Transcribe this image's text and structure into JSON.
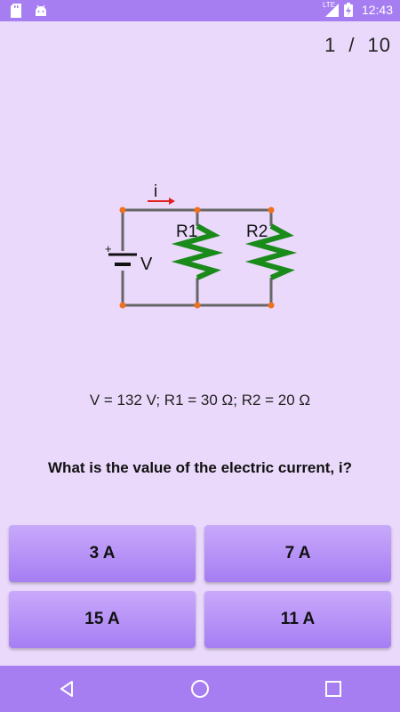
{
  "status_bar": {
    "network_label": "LTE",
    "time": "12:43"
  },
  "quiz": {
    "current": "1",
    "separator": "/",
    "total": "10"
  },
  "circuit": {
    "current_label": "i",
    "plus_label": "+",
    "voltage_label": "V",
    "r1_label": "R1",
    "r2_label": "R2"
  },
  "params": "V = 132 V; R1 = 30 Ω; R2 = 20 Ω",
  "question": "What is the value of the electric current, i?",
  "answers": [
    "3 A",
    "7 A",
    "15 A",
    "11 A"
  ],
  "colors": {
    "background": "#ead9fb",
    "bar": "#a67ef2",
    "resistor": "#1a8a1a",
    "wire": "#666666",
    "node": "#f07020",
    "arrow": "#e02020"
  },
  "icons": {
    "sd_card": "sd-card-icon",
    "android": "android-icon",
    "signal": "signal-icon",
    "battery": "battery-charging-icon",
    "back": "back-icon",
    "home": "home-icon",
    "recents": "recents-icon"
  }
}
